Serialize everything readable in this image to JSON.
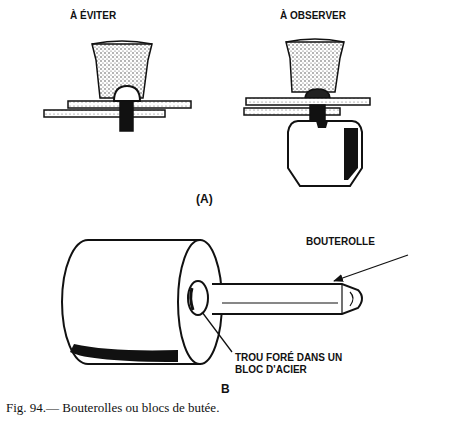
{
  "diagram": {
    "caption": "Fig. 94.— Bouterolles ou blocs de butée.",
    "labels": [
      "À ÉVITER",
      "À OBSERVER",
      "(A)",
      "BOUTEROLLE",
      "TROU FORÉ DANS UN BLOC D'ACIER",
      "B"
    ]
  }
}
